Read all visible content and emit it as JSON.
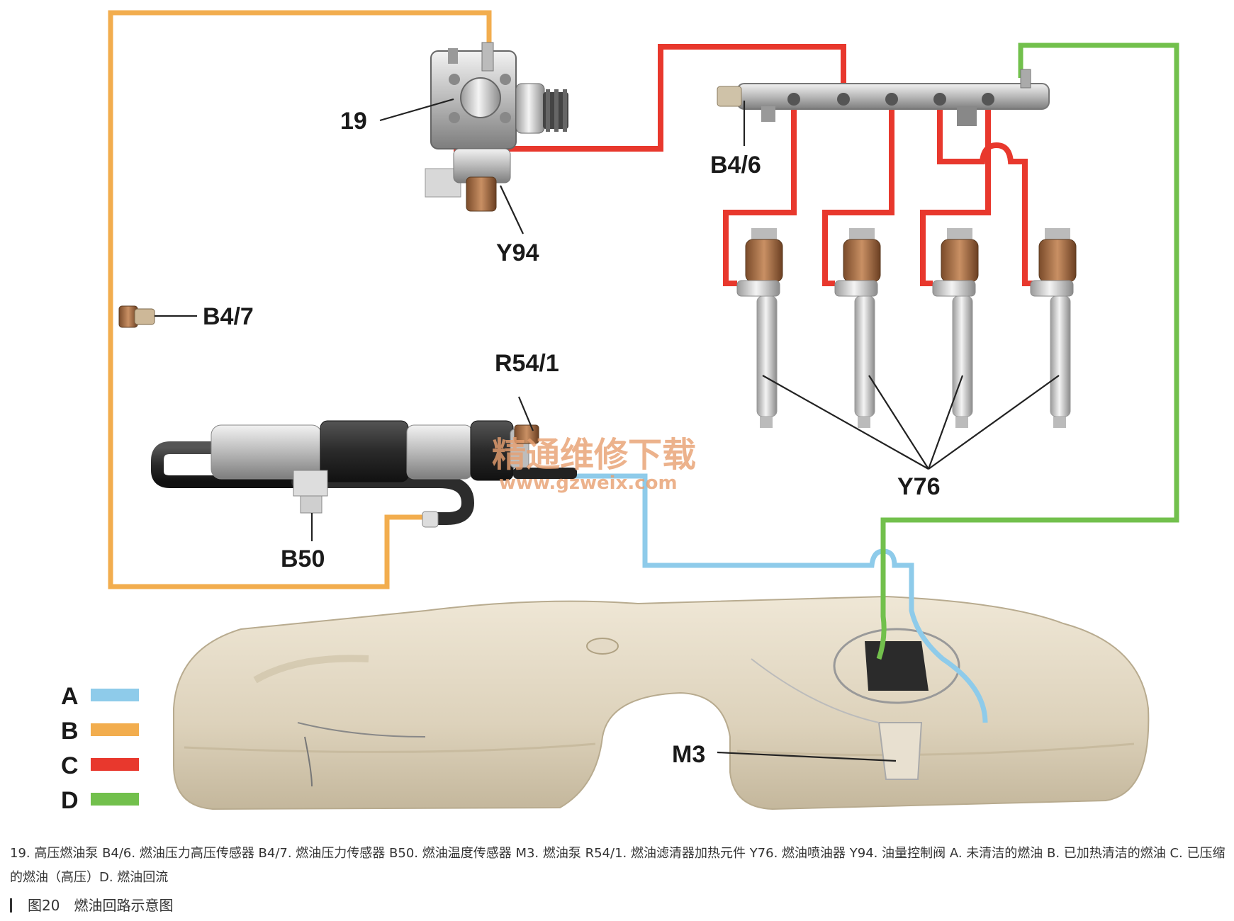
{
  "colors": {
    "A": "#8ecbea",
    "B": "#f2ad4e",
    "C": "#e8382d",
    "D": "#72c04c"
  },
  "labels": {
    "pump": "19",
    "rail_sensor": "B4/6",
    "quantity_valve": "Y94",
    "pressure_sensor": "B4/7",
    "filter_heater": "R54/1",
    "temp_sensor": "B50",
    "injectors": "Y76",
    "fuel_pump": "M3"
  },
  "watermark": {
    "cn": "精通维修下载",
    "url": "www.gzweix.com"
  },
  "legend": [
    {
      "key": "A",
      "color": "#8ecbea"
    },
    {
      "key": "B",
      "color": "#f2ad4e"
    },
    {
      "key": "C",
      "color": "#e8382d"
    },
    {
      "key": "D",
      "color": "#72c04c"
    }
  ],
  "caption": "19. 高压燃油泵 B4/6. 燃油压力高压传感器 B4/7. 燃油压力传感器 B50. 燃油温度传感器 M3. 燃油泵 R54/1. 燃油滤清器加热元件 Y76. 燃油喷油器 Y94. 油量控制阀 A. 未清洁的燃油 B. 已加热清洁的燃油 C. 已压缩的燃油（高压）D. 燃油回流",
  "figure_title": "图20　燃油回路示意图"
}
